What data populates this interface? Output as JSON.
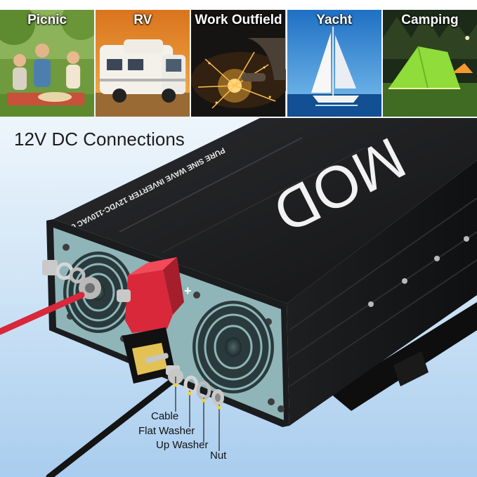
{
  "scenes": [
    {
      "label": "Picnic",
      "icon": "picnic-photo-icon"
    },
    {
      "label": "RV",
      "icon": "rv-photo-icon"
    },
    {
      "label": "Work Outfield",
      "icon": "welding-photo-icon"
    },
    {
      "label": "Yacht",
      "icon": "sailboat-photo-icon"
    },
    {
      "label": "Camping",
      "icon": "tent-photo-icon"
    }
  ],
  "heading": "12V DC Connections",
  "inverter": {
    "wattage_text": "MOD",
    "side_text": "PURE SINE WAVE INVERTER 12VDC-110VAC 60HZ",
    "plus_mark": "+"
  },
  "callouts": {
    "cable": "Cable",
    "flat_washer": "Flat Washer",
    "up_washer": "Up Washer",
    "nut": "Nut"
  },
  "colors": {
    "housing": "#1b1c1e",
    "panel": "#8fb5b8",
    "positive": "#d8283a",
    "negative": "#111111"
  }
}
